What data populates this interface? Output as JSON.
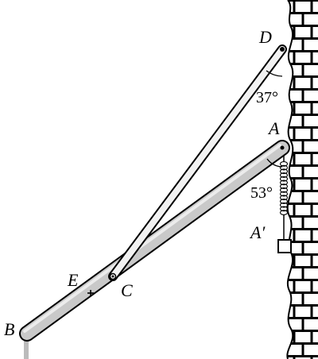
{
  "labels": {
    "point_d": "D",
    "point_a": "A",
    "point_a_prime": "A′",
    "point_b": "B",
    "point_c": "C",
    "point_e": "E",
    "angle_upper": "37°",
    "angle_lower": "53°"
  },
  "icons": {
    "center_of_mass_marker": "plus-cross",
    "hinge": "pin-joint",
    "spring": "coil-spring",
    "wall": "brick-wall"
  },
  "colors": {
    "beam_fill": "#c9c9c9",
    "strut_fill": "#eeeeee",
    "outline": "#000000",
    "mortar": "#ffffff"
  }
}
